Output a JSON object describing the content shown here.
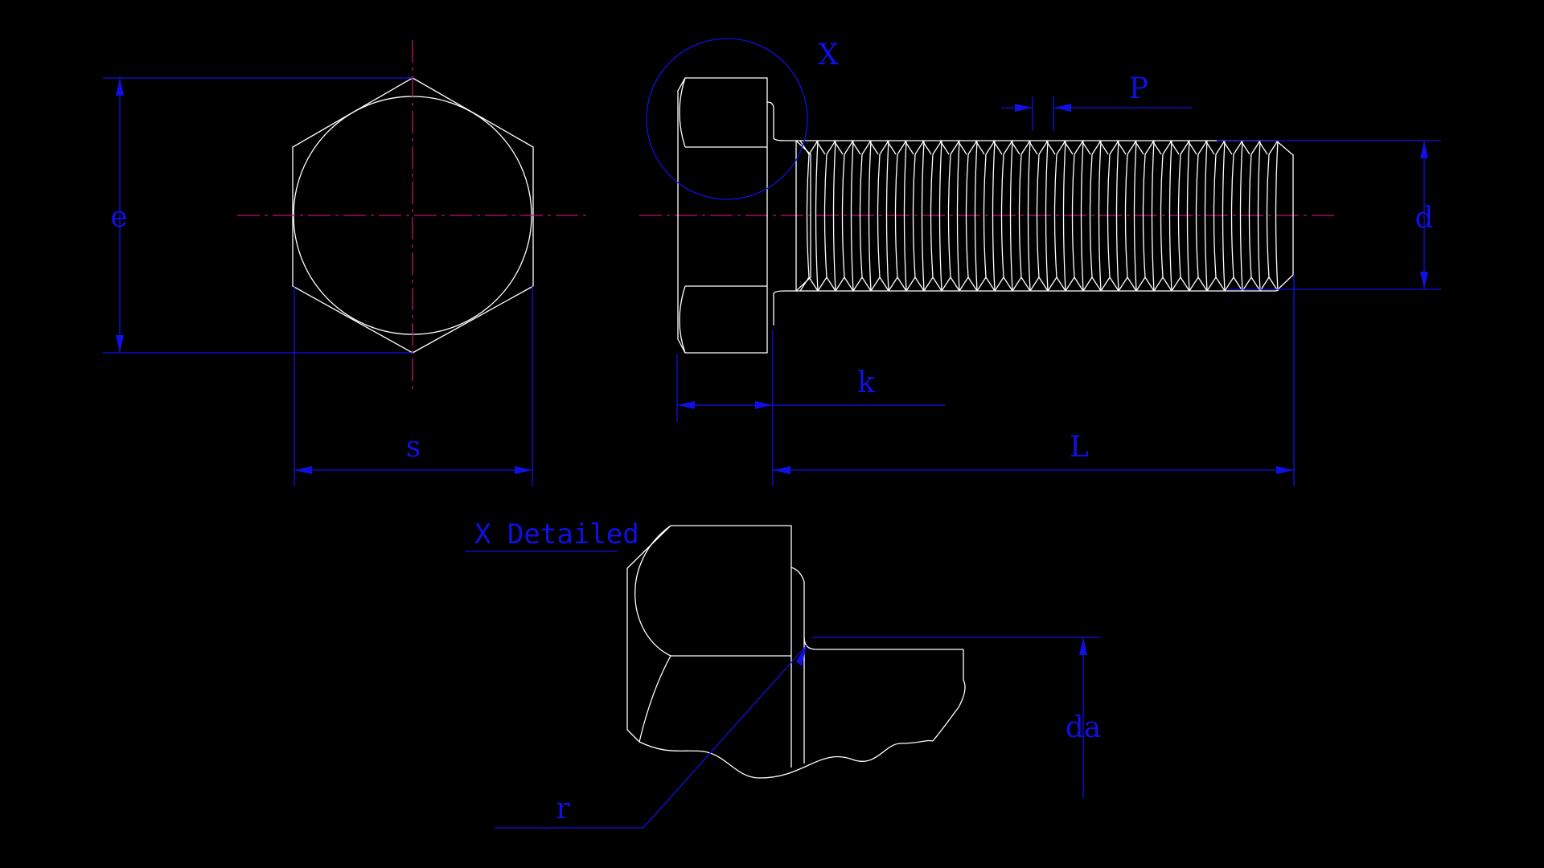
{
  "labels": {
    "e": "e",
    "s": "s",
    "x": "X",
    "p": "P",
    "d": "d",
    "k": "k",
    "l": "L",
    "detail_title": "X Detailed",
    "da": "da",
    "r": "r"
  },
  "colors": {
    "background": "#000000",
    "outline": "#ffffff",
    "dimension": "#1010e6",
    "centerline": "#c0126e"
  }
}
